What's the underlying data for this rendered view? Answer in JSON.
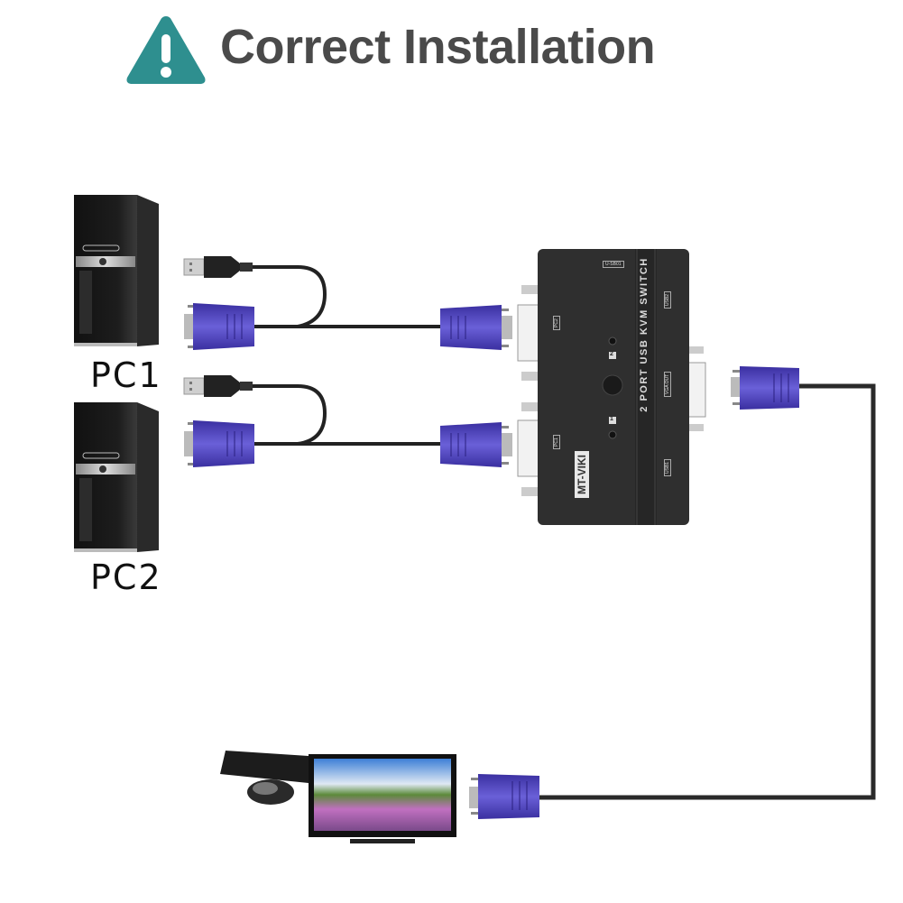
{
  "header": {
    "title": "Correct Installation",
    "warning_icon": "warning-triangle-icon",
    "warning_color": "#2e8f8f",
    "title_color": "#4a4a4a"
  },
  "computers": [
    {
      "label": "PC1",
      "icon": "desktop-tower-icon"
    },
    {
      "label": "PC2",
      "icon": "desktop-tower-icon"
    }
  ],
  "kvm_switch": {
    "brand": "MT-VIKI",
    "model_text": "2 PORT USB KVM SWITCH",
    "port_labels": {
      "top": "U-SB01",
      "pc1": "PC1",
      "pc2": "PC2",
      "usb1": "USB1",
      "usb2": "USB2",
      "vga_out": "VGA OUT"
    },
    "button_labels": {
      "one": "1",
      "two": "2"
    },
    "body_color": "#2f2f2f"
  },
  "cables": {
    "vga_connector_color": "#4b3fb0",
    "cable_color": "#2a2a2a",
    "usb_plug_color": "#cfcfcf"
  },
  "peripherals": {
    "monitor_icon": "monitor-icon",
    "keyboard_icon": "keyboard-icon",
    "mouse_icon": "mouse-icon"
  }
}
